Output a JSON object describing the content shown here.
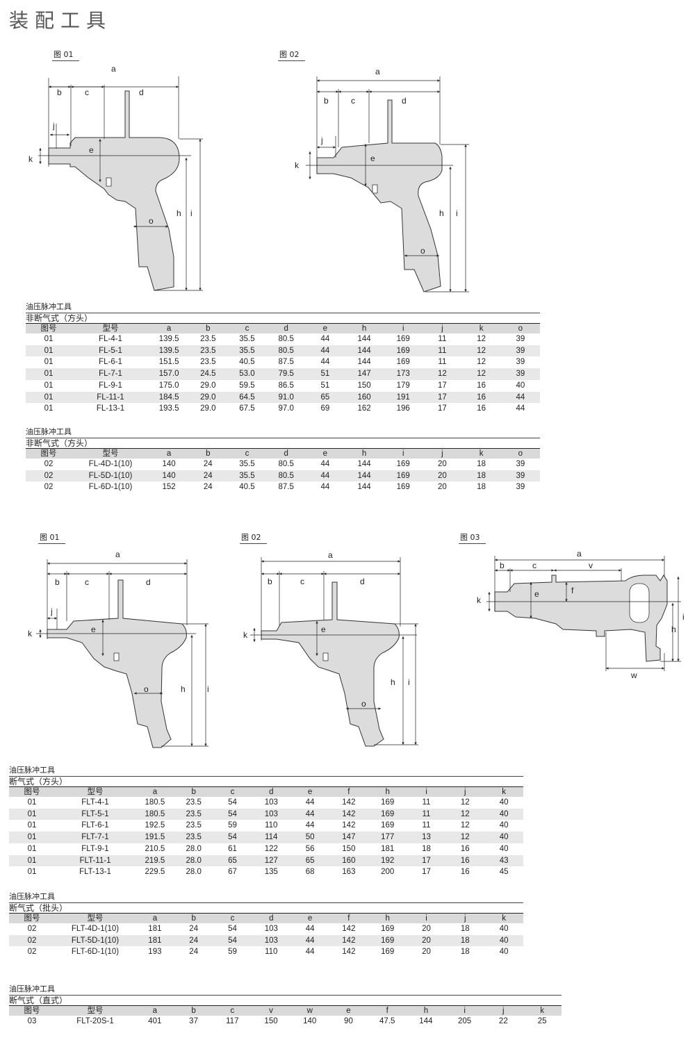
{
  "page_title": "装配工具",
  "figure_labels": [
    "图 01",
    "图 02",
    "图 01",
    "图 02",
    "图 03"
  ],
  "dim_letters": {
    "a": "a",
    "b": "b",
    "c": "c",
    "d": "d",
    "e": "e",
    "f": "f",
    "h": "h",
    "i": "i",
    "j": "j",
    "k": "k",
    "o": "o",
    "v": "v",
    "w": "w"
  },
  "tables": [
    {
      "category": "油压脉冲工具",
      "subtitle": "非断气式（方头）",
      "headers": [
        "图号",
        "型号",
        "a",
        "b",
        "c",
        "d",
        "e",
        "h",
        "i",
        "j",
        "k",
        "o"
      ],
      "rows": [
        [
          "01",
          "FL-4-1",
          "139.5",
          "23.5",
          "35.5",
          "80.5",
          "44",
          "144",
          "169",
          "11",
          "12",
          "39"
        ],
        [
          "01",
          "FL-5-1",
          "139.5",
          "23.5",
          "35.5",
          "80.5",
          "44",
          "144",
          "169",
          "11",
          "12",
          "39"
        ],
        [
          "01",
          "FL-6-1",
          "151.5",
          "23.5",
          "40.5",
          "87.5",
          "44",
          "144",
          "169",
          "11",
          "12",
          "39"
        ],
        [
          "01",
          "FL-7-1",
          "157.0",
          "24.5",
          "53.0",
          "79.5",
          "51",
          "147",
          "173",
          "12",
          "12",
          "39"
        ],
        [
          "01",
          "FL-9-1",
          "175.0",
          "29.0",
          "59.5",
          "86.5",
          "51",
          "150",
          "179",
          "17",
          "16",
          "40"
        ],
        [
          "01",
          "FL-11-1",
          "184.5",
          "29.0",
          "64.5",
          "91.0",
          "65",
          "160",
          "191",
          "17",
          "16",
          "44"
        ],
        [
          "01",
          "FL-13-1",
          "193.5",
          "29.0",
          "67.5",
          "97.0",
          "69",
          "162",
          "196",
          "17",
          "16",
          "44"
        ]
      ]
    },
    {
      "category": "油压脉冲工具",
      "subtitle": "非断气式（方头）",
      "headers": [
        "图号",
        "型号",
        "a",
        "b",
        "c",
        "d",
        "e",
        "h",
        "i",
        "j",
        "k",
        "o"
      ],
      "rows": [
        [
          "02",
          "FL-4D-1(10)",
          "140",
          "24",
          "35.5",
          "80.5",
          "44",
          "144",
          "169",
          "20",
          "18",
          "39"
        ],
        [
          "02",
          "FL-5D-1(10)",
          "140",
          "24",
          "35.5",
          "80.5",
          "44",
          "144",
          "169",
          "20",
          "18",
          "39"
        ],
        [
          "02",
          "FL-6D-1(10)",
          "152",
          "24",
          "40.5",
          "87.5",
          "44",
          "144",
          "169",
          "20",
          "18",
          "39"
        ]
      ]
    },
    {
      "category": "油压脉冲工具",
      "subtitle": "断气式（方头）",
      "headers": [
        "图号",
        "型号",
        "a",
        "b",
        "c",
        "d",
        "e",
        "f",
        "h",
        "i",
        "j",
        "k"
      ],
      "rows": [
        [
          "01",
          "FLT-4-1",
          "180.5",
          "23.5",
          "54",
          "103",
          "44",
          "142",
          "169",
          "11",
          "12",
          "40"
        ],
        [
          "01",
          "FLT-5-1",
          "180.5",
          "23.5",
          "54",
          "103",
          "44",
          "142",
          "169",
          "11",
          "12",
          "40"
        ],
        [
          "01",
          "FLT-6-1",
          "192.5",
          "23.5",
          "59",
          "110",
          "44",
          "142",
          "169",
          "11",
          "12",
          "40"
        ],
        [
          "01",
          "FLT-7-1",
          "191.5",
          "23.5",
          "54",
          "114",
          "50",
          "147",
          "177",
          "13",
          "12",
          "40"
        ],
        [
          "01",
          "FLT-9-1",
          "210.5",
          "28.0",
          "61",
          "122",
          "56",
          "150",
          "181",
          "18",
          "16",
          "40"
        ],
        [
          "01",
          "FLT-11-1",
          "219.5",
          "28.0",
          "65",
          "127",
          "65",
          "160",
          "192",
          "17",
          "16",
          "43"
        ],
        [
          "01",
          "FLT-13-1",
          "229.5",
          "28.0",
          "67",
          "135",
          "68",
          "163",
          "200",
          "17",
          "16",
          "45"
        ]
      ]
    },
    {
      "category": "油压脉冲工具",
      "subtitle": "断气式（批头）",
      "headers": [
        "图号",
        "型号",
        "a",
        "b",
        "c",
        "d",
        "e",
        "f",
        "h",
        "i",
        "j",
        "k"
      ],
      "rows": [
        [
          "02",
          "FLT-4D-1(10)",
          "181",
          "24",
          "54",
          "103",
          "44",
          "142",
          "169",
          "20",
          "18",
          "40"
        ],
        [
          "02",
          "FLT-5D-1(10)",
          "181",
          "24",
          "54",
          "103",
          "44",
          "142",
          "169",
          "20",
          "18",
          "40"
        ],
        [
          "02",
          "FLT-6D-1(10)",
          "193",
          "24",
          "59",
          "110",
          "44",
          "142",
          "169",
          "20",
          "18",
          "40"
        ]
      ]
    },
    {
      "category": "油压脉冲工具",
      "subtitle": "断气式（直式）",
      "headers": [
        "图号",
        "型号",
        "a",
        "b",
        "c",
        "v",
        "w",
        "e",
        "f",
        "h",
        "i",
        "j",
        "k"
      ],
      "rows": [
        [
          "03",
          "FLT-20S-1",
          "401",
          "37",
          "117",
          "150",
          "140",
          "90",
          "47.5",
          "144",
          "205",
          "22",
          "25"
        ]
      ]
    }
  ]
}
